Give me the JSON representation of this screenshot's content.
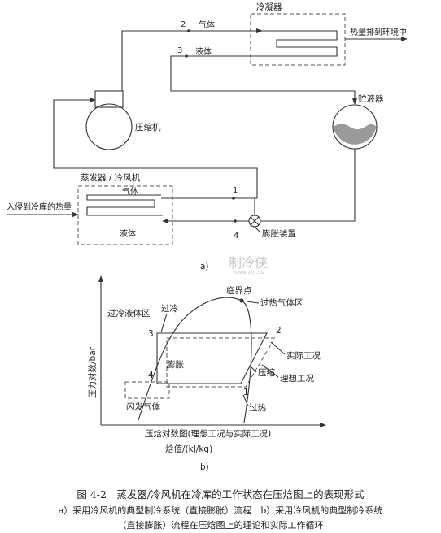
{
  "diagram_a": {
    "condenser": "冷凝器",
    "heat_out": "热量排到环境中",
    "point2": "2",
    "gas_top": "气体",
    "point3": "3",
    "liquid_top": "液体",
    "receiver": "贮液器",
    "compressor": "压缩机",
    "evaporator": "蒸发器 / 冷风机",
    "heat_in": "入侵到冷库的热量",
    "gas_evap": "气体",
    "liquid_evap": "液体",
    "point1": "1",
    "point4": "4",
    "expansion_device": "膨胀装置",
    "sub_label": "a)"
  },
  "watermark": {
    "name": "制冷侠",
    "url": "www.zhl.ss"
  },
  "diagram_b": {
    "ylabel": "压力对数/bar",
    "critical_point": "临界点",
    "superheated_region": "过热气体区",
    "subcooled_region": "过冷液体区",
    "subcool": "过冷",
    "expansion": "膨胀",
    "compression": "压缩",
    "actual_cycle": "实际工况",
    "ideal_cycle": "理想工况",
    "superheat": "过热",
    "flash_gas": "闪发气体",
    "point1": "1",
    "point2": "2",
    "point3": "3",
    "point4": "4",
    "chart_title": "压焓对数图(理想工况与实际工况)",
    "xlabel": "焓值/(kJ/kg)",
    "sub_label": "b)"
  },
  "caption": {
    "title": "图 4-2　蒸发器/冷风机在冷库的工作状态在压焓图上的表现形式",
    "line_a": "a）采用冷风机的典型制冷系统（直接膨胀）流程　b）采用冷风机的典型制冷系统",
    "line_b": "（直接膨胀）流程在压焓图上的理论和实际工作循环"
  }
}
